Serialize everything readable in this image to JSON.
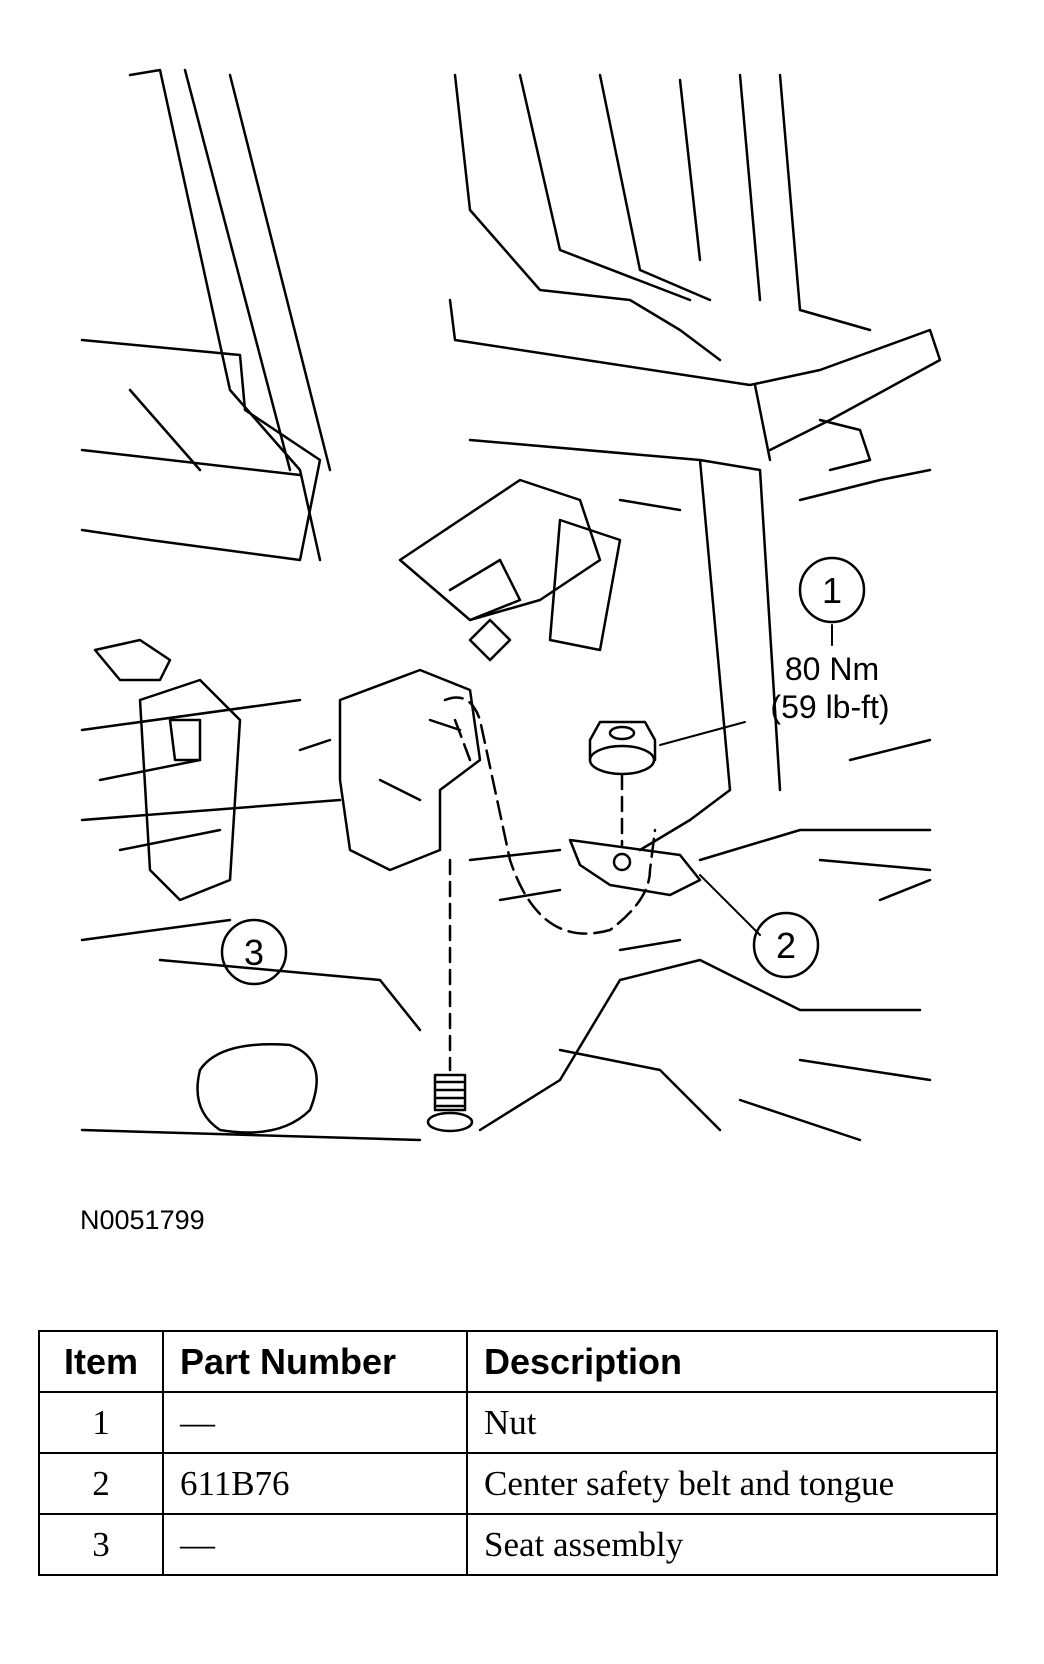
{
  "figure": {
    "id": "N0051799",
    "callouts": [
      {
        "number": "1"
      },
      {
        "number": "2"
      },
      {
        "number": "3"
      }
    ],
    "torque": {
      "metric": "80 Nm",
      "imperial": "(59 lb-ft)"
    }
  },
  "table": {
    "headers": {
      "item": "Item",
      "part_number": "Part Number",
      "description": "Description"
    },
    "rows": [
      {
        "item": "1",
        "part_number": "—",
        "description": "Nut"
      },
      {
        "item": "2",
        "part_number": "611B76",
        "description": "Center safety belt and tongue"
      },
      {
        "item": "3",
        "part_number": "—",
        "description": "Seat assembly"
      }
    ]
  }
}
